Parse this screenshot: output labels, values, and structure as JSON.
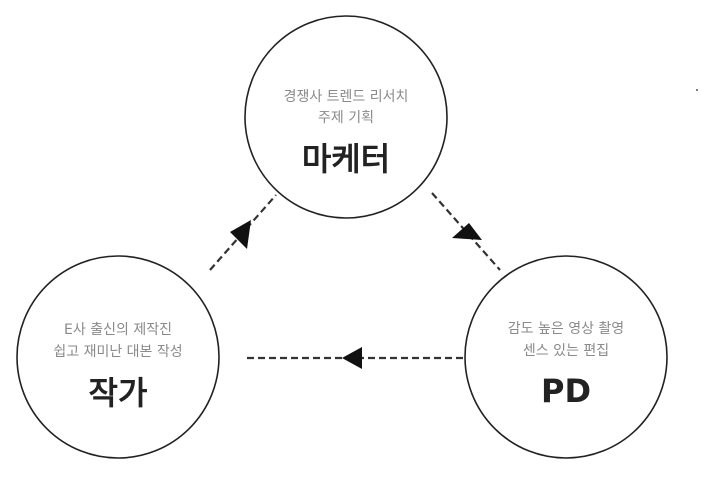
{
  "nodes": {
    "marketer": {
      "title": "마케터",
      "desc_line1": "경쟁사 트렌드 리서치",
      "desc_line2": "주제 기획"
    },
    "writer": {
      "title": "작가",
      "desc_line1": "E사 출신의 제작진",
      "desc_line2": "쉽고 재미난 대본 작성"
    },
    "pd": {
      "title": "PD",
      "desc_line1": "감도 높은 영상 촬영",
      "desc_line2": "센스 있는 편집"
    }
  },
  "flow": [
    {
      "from": "marketer",
      "to": "pd"
    },
    {
      "from": "pd",
      "to": "writer"
    },
    {
      "from": "writer",
      "to": "marketer"
    }
  ],
  "colors": {
    "stroke": "#222222",
    "connector": "#333333",
    "description_text": "#8a8a8a",
    "title_text": "#222222"
  }
}
